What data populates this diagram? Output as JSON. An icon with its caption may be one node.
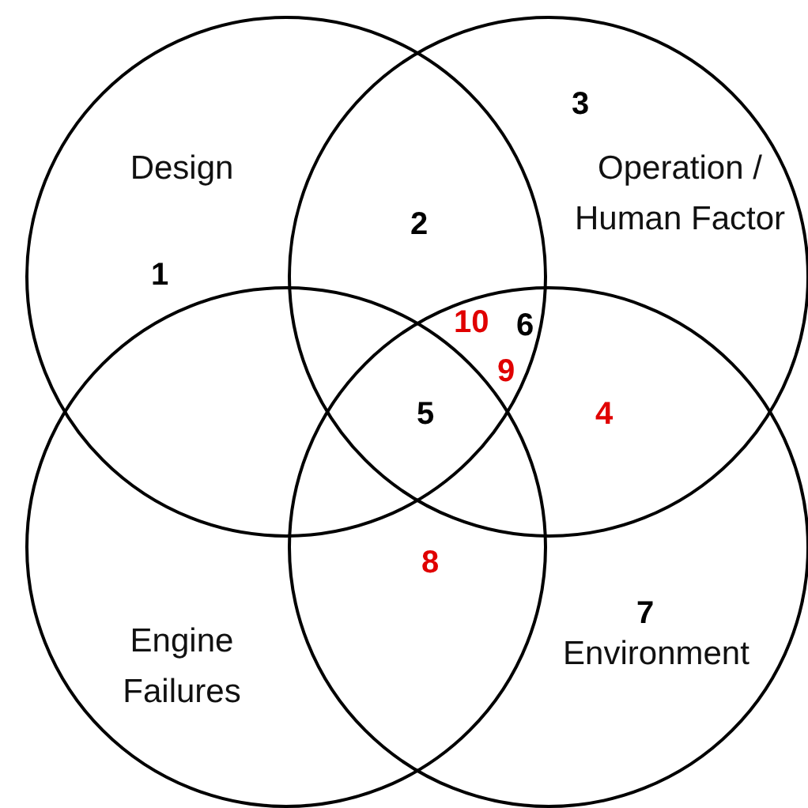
{
  "diagram": {
    "nodes": [
      {
        "text": [
          "Design"
        ]
      },
      {
        "text": [
          "Operation / Human Factor"
        ]
      },
      {
        "text": [
          "Engine Failures"
        ]
      },
      {
        "text": [
          "Environment"
        ]
      }
    ],
    "labels": [
      "3",
      "2",
      "1",
      "10",
      "6",
      "9",
      "5",
      "4",
      "8",
      "7"
    ]
  }
}
